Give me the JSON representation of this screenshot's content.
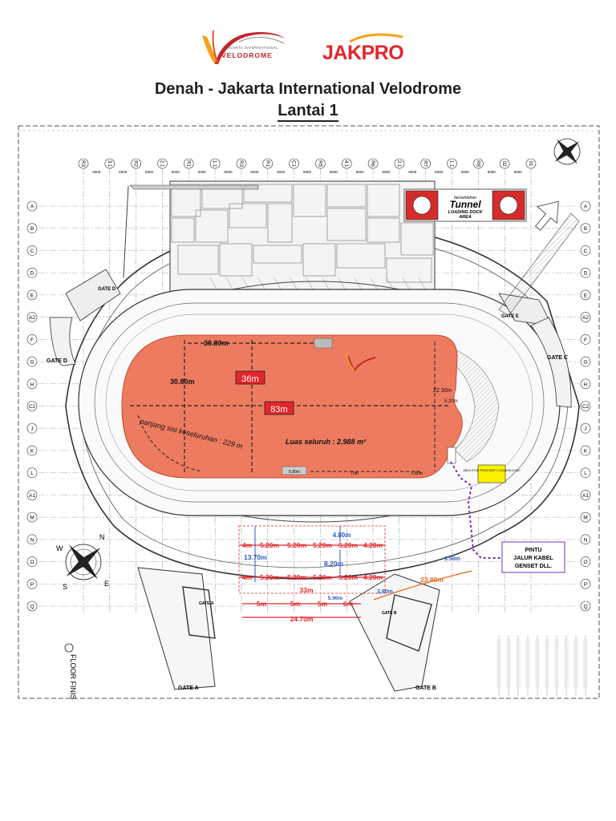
{
  "header": {
    "velodrome_logo_small": "JAKARTA INTERNATIONAL",
    "velodrome_logo_text": "VELODROME",
    "jakpro_logo": "JAKPRO",
    "title": "Denah - Jakarta International Velodrome",
    "subtitle": "Lantai 1"
  },
  "grid": {
    "columns": [
      "R3",
      "3.1",
      "R2",
      "2.1",
      "R1",
      "1.1",
      "R3",
      "R1",
      "C1",
      "R5",
      "4.1",
      "R6",
      "2.1",
      "R7",
      "1.1",
      "R8",
      "02",
      "01"
    ],
    "rows": [
      "A",
      "B",
      "C",
      "D",
      "E",
      "A2",
      "F",
      "G",
      "H",
      "C2",
      "J",
      "K",
      "L",
      "A1",
      "M",
      "N",
      "O",
      "P",
      "Q"
    ],
    "spacing": "6000"
  },
  "gates": {
    "gate_d_top": "GATE D",
    "gate_d": "GATE D",
    "gate_e": "GATE E",
    "gate_c": "GATE C",
    "gate_a": "GATE A",
    "gate_a_inner": "GATE A",
    "gate_b": "GATE B",
    "gate_b_inner": "GATE B"
  },
  "track": {
    "width_top": "30.80m",
    "width_left": "30.80m",
    "box_36": "36m",
    "box_83": "83m",
    "dim_right": "22.30m",
    "area": "Luas seluruh : 2.988 m²",
    "perimeter": "panjang sisi keseluruhan : 229 m",
    "bottom_left": "5.80m",
    "bottom_mid": "70m",
    "bottom_right": "5.80m",
    "right_small": "5.20m",
    "field_color": "#ee7c60"
  },
  "tunnel": {
    "label_small": "bersentuhan",
    "title": "Tunnel",
    "line1": "LOADING DOCK",
    "line2": "AREA"
  },
  "annotations": {
    "stop_box": "AREA STOP PENGGANTI / LOADING DOCK",
    "cable_l1": "PINTU",
    "cable_l2": "JALUR KABEL",
    "cable_l3": "GENSET DLL."
  },
  "dimensions": {
    "row1": [
      "4m",
      "5.20m",
      "5.20m",
      "5.20m",
      "5.20m",
      "4.20m"
    ],
    "row2": [
      "4m",
      "5.20m",
      "5.20m",
      "5.20m",
      "5.20m",
      "4.20m"
    ],
    "row3": [
      "5m",
      "5m",
      "5m",
      "6m"
    ],
    "v_13_70": "13.70m",
    "v_4_80": "4.80m",
    "v_8_20": "8.20m",
    "d_33": "33m",
    "d_5_90": "5.90m",
    "d_24_70": "24.70m",
    "d_23_80": "23.80m",
    "d_3_60": "3.60m",
    "d_3_50": "3.50m"
  },
  "compass": {
    "n": "N",
    "s": "S",
    "e": "E",
    "w": "W"
  },
  "side_text": "FLOOR FINIS"
}
